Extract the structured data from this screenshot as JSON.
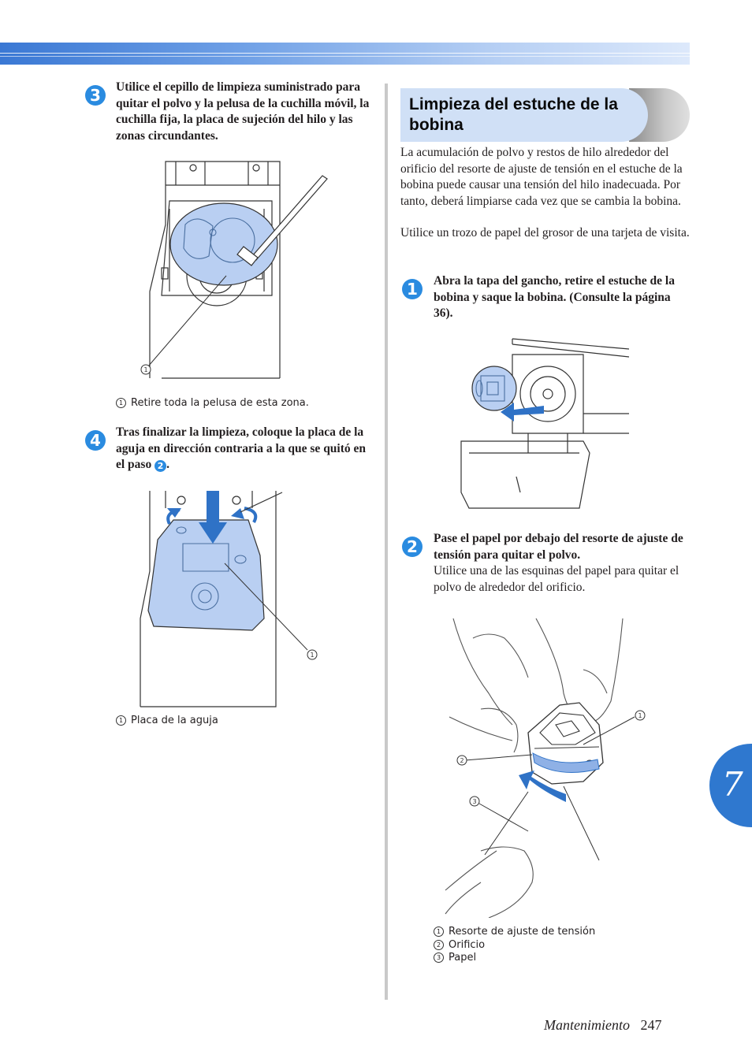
{
  "left_column": {
    "step3": {
      "number": "3",
      "text": "Utilice el cepillo de limpieza suministrado para quitar el polvo y la pelusa de la cuchilla móvil, la cuchilla fija, la placa de sujeción del hilo y las zonas circundantes."
    },
    "figure1": {
      "callout": "1",
      "caption": "Retire toda la pelusa de esta zona."
    },
    "step4": {
      "number": "4",
      "text": "Tras finalizar la limpieza, coloque la placa de la aguja en dirección contraria a la que se quitó en el paso",
      "ref": "2",
      "end": "."
    },
    "figure2": {
      "callout": "1",
      "caption": "Placa de la aguja"
    }
  },
  "right_column": {
    "heading": "Limpieza del estuche de la bobina",
    "intro": [
      "La acumulación de polvo y restos de hilo alrededor del orificio del resorte de ajuste de tensión en el estuche de la bobina puede causar una tensión del hilo inadecuada. Por tanto, deberá limpiarse cada vez que se cambia la bobina.",
      "Utilice un trozo de papel del grosor de una tarjeta de visita."
    ],
    "step1": {
      "number": "1",
      "text": "Abra la tapa del gancho, retire el estuche de la bobina y saque la bobina. (Consulte la página 36)."
    },
    "step2": {
      "number": "2",
      "bold": "Pase el papel por debajo del resorte de ajuste de tensión para quitar el polvo.",
      "text": "Utilice una de las esquinas del papel para quitar el polvo de alrededor del orificio."
    },
    "figure4": {
      "callouts": [
        "1",
        "2",
        "3"
      ],
      "captions": [
        "Resorte de ajuste de tensión",
        "Orificio",
        "Papel"
      ]
    }
  },
  "chapter_tab": "7",
  "footer": {
    "section": "Mantenimiento",
    "page": "247"
  },
  "colors": {
    "accent_blue": "#2a8be0",
    "light_blue_fill": "#b9cff2",
    "heading_bg": "#d0e0f6"
  }
}
